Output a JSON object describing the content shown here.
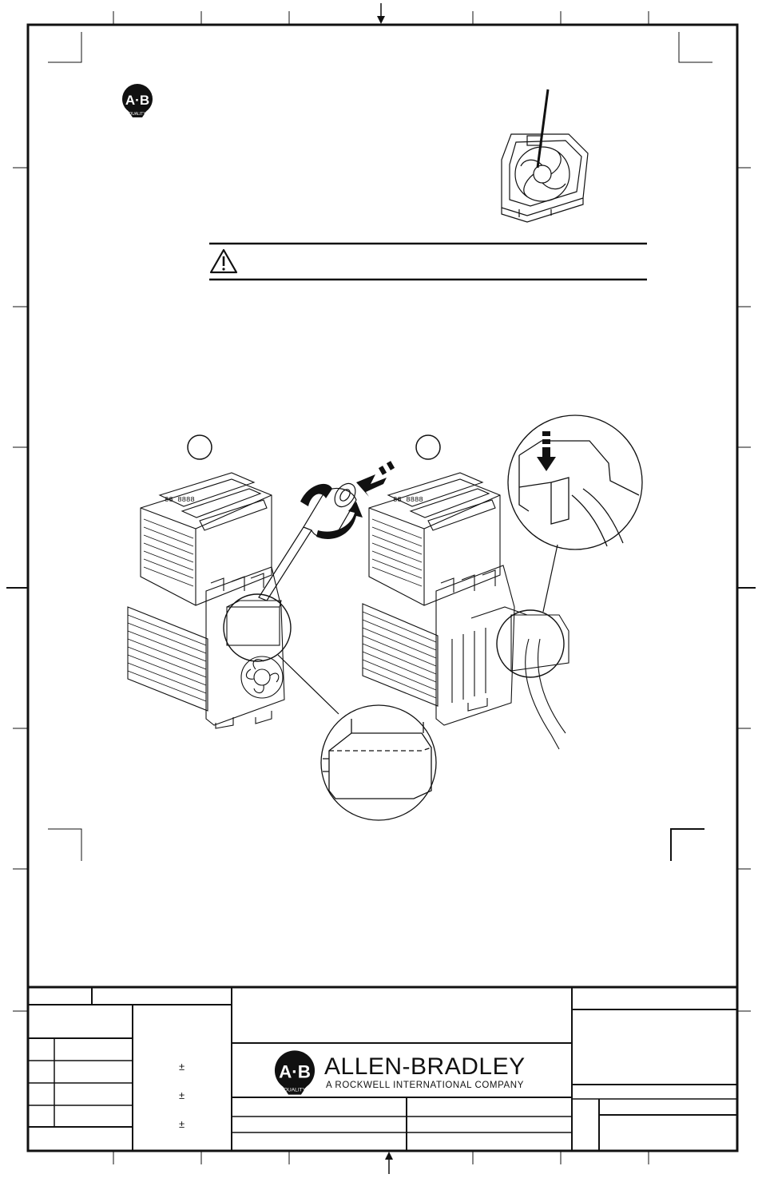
{
  "logo": {
    "mark_text": "A·B",
    "quality_text": "QUALITY"
  },
  "title_block": {
    "company_name": "ALLEN-BRADLEY",
    "company_subtitle": "A ROCKWELL INTERNATIONAL COMPANY",
    "tolerance_symbols": [
      "±",
      "±",
      "±"
    ]
  },
  "colors": {
    "ink": "#111111",
    "paper": "#ffffff"
  },
  "icons": [
    "warning-triangle-icon",
    "ab-logo-icon",
    "arrow-down-icon",
    "arrow-up-icon",
    "rotate-arrow-icon"
  ]
}
